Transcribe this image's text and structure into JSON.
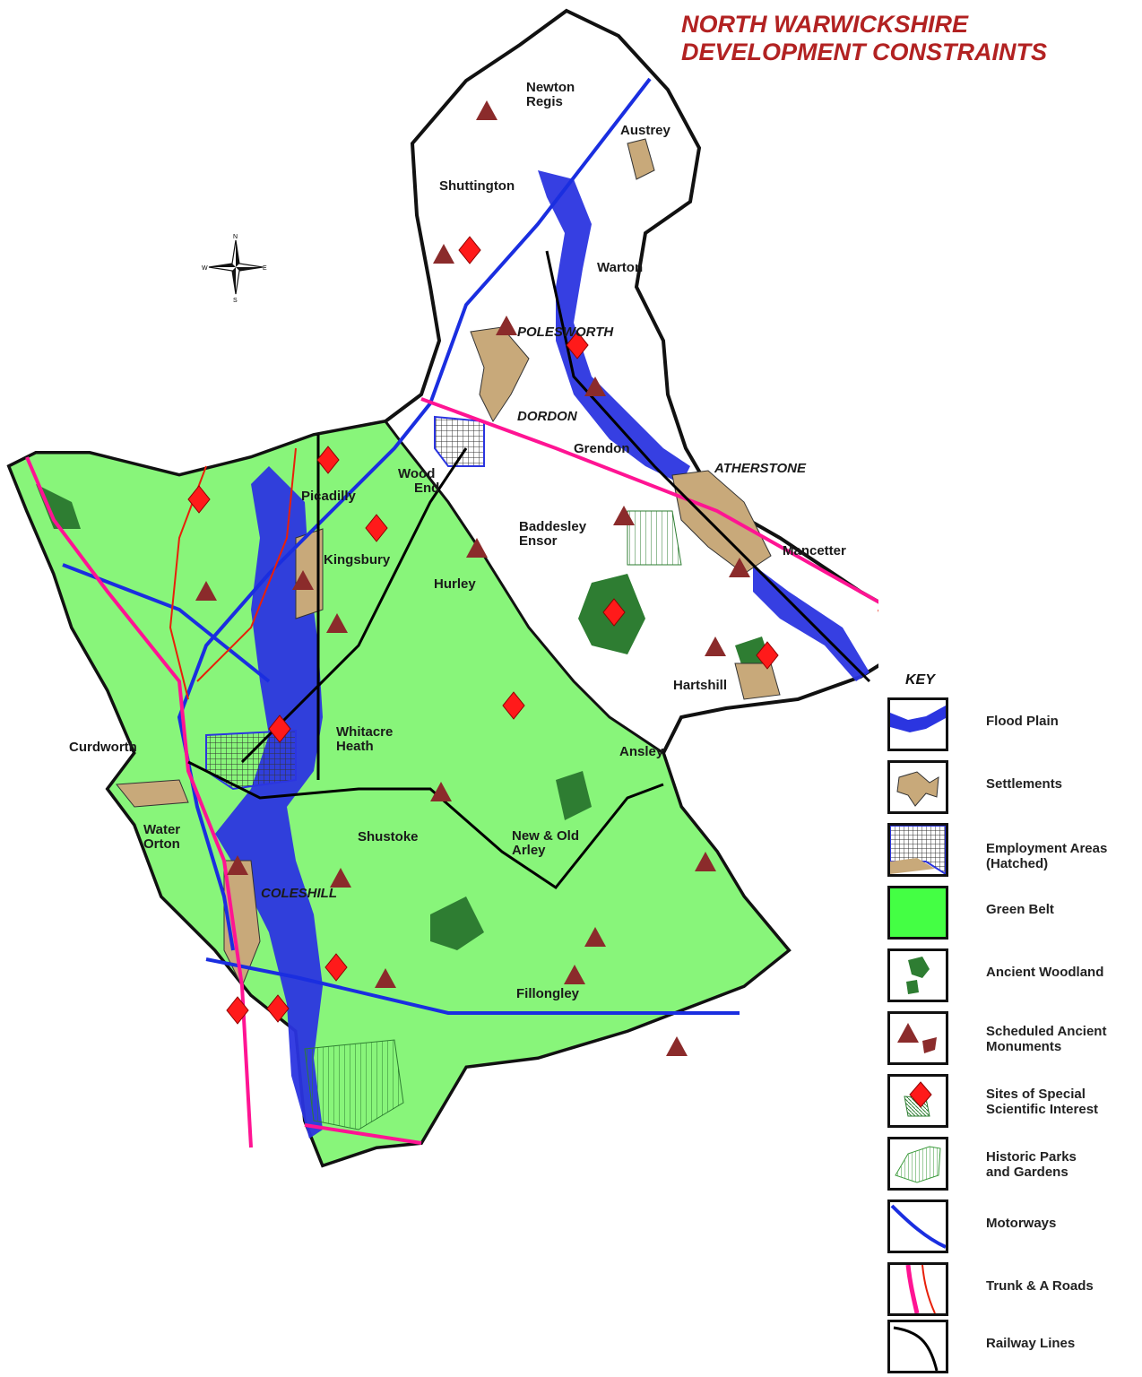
{
  "title": {
    "line1": "NORTH WARWICKSHIRE",
    "line2": "DEVELOPMENT CONSTRAINTS"
  },
  "compass": {
    "north": "N",
    "south": "S",
    "east": "E",
    "west": "W"
  },
  "places": [
    {
      "lines": [
        "Newton",
        "Regis"
      ],
      "italic": false
    },
    {
      "lines": [
        "Austrey"
      ],
      "italic": false
    },
    {
      "lines": [
        "Shuttington"
      ],
      "italic": false
    },
    {
      "lines": [
        "Warton"
      ],
      "italic": false
    },
    {
      "lines": [
        "POLESWORTH"
      ],
      "italic": true
    },
    {
      "lines": [
        "DORDON"
      ],
      "italic": true
    },
    {
      "lines": [
        "Grendon"
      ],
      "italic": false
    },
    {
      "lines": [
        "ATHERSTONE"
      ],
      "italic": true
    },
    {
      "lines": [
        "Wood",
        "End"
      ],
      "italic": false
    },
    {
      "lines": [
        "Picadilly"
      ],
      "italic": false
    },
    {
      "lines": [
        "Baddesley",
        "Ensor"
      ],
      "italic": false
    },
    {
      "lines": [
        "Mancetter"
      ],
      "italic": false
    },
    {
      "lines": [
        "Kingsbury"
      ],
      "italic": false
    },
    {
      "lines": [
        "Hurley"
      ],
      "italic": false
    },
    {
      "lines": [
        "Hartshill"
      ],
      "italic": false
    },
    {
      "lines": [
        "Whitacre",
        "Heath"
      ],
      "italic": false
    },
    {
      "lines": [
        "Curdworth"
      ],
      "italic": false
    },
    {
      "lines": [
        "Ansley"
      ],
      "italic": false
    },
    {
      "lines": [
        "Water",
        "Orton"
      ],
      "italic": false
    },
    {
      "lines": [
        "Shustoke"
      ],
      "italic": false
    },
    {
      "lines": [
        "New & Old",
        "Arley"
      ],
      "italic": false
    },
    {
      "lines": [
        "COLESHILL"
      ],
      "italic": true
    },
    {
      "lines": [
        "Fillongley"
      ],
      "italic": false
    }
  ],
  "key": {
    "title": "KEY",
    "items": [
      {
        "id": "flood-plain",
        "lines": [
          "Flood Plain"
        ],
        "color": "#2b35e0"
      },
      {
        "id": "settlements",
        "lines": [
          "Settlements"
        ],
        "color": "#c8a97a"
      },
      {
        "id": "employment-areas",
        "lines": [
          "Employment Areas",
          "(Hatched)"
        ],
        "color": "#2b35e0"
      },
      {
        "id": "green-belt",
        "lines": [
          "Green Belt"
        ],
        "color": "#44ff44"
      },
      {
        "id": "ancient-woodland",
        "lines": [
          "Ancient Woodland"
        ],
        "color": "#2e7d32"
      },
      {
        "id": "scheduled-ancient-monuments",
        "lines": [
          "Scheduled Ancient",
          "Monuments"
        ],
        "color": "#8b2b2b"
      },
      {
        "id": "sssi",
        "lines": [
          "Sites of Special",
          "Scientific Interest"
        ],
        "color": "#ff1a1a"
      },
      {
        "id": "historic-parks",
        "lines": [
          "Historic Parks",
          "and Gardens"
        ],
        "color": "#3a9a3a"
      },
      {
        "id": "motorways",
        "lines": [
          "Motorways"
        ],
        "color": "#1a2ee0"
      },
      {
        "id": "trunk-a-roads",
        "lines": [
          "Trunk & A Roads"
        ],
        "color": "#ff1493"
      },
      {
        "id": "railway-lines",
        "lines": [
          "Railway Lines"
        ],
        "color": "#000000"
      }
    ]
  },
  "colors": {
    "title": "#b22222",
    "green_belt": "#88f57a",
    "flood": "#2b35e0",
    "settlement": "#c8a97a",
    "woodland": "#2e7d32",
    "monument": "#8b2b2b",
    "sssi": "#ff1a1a",
    "motorway": "#1a2ee0",
    "trunk_road": "#ff1493",
    "a_road": "#e8200a",
    "railway": "#000000"
  }
}
